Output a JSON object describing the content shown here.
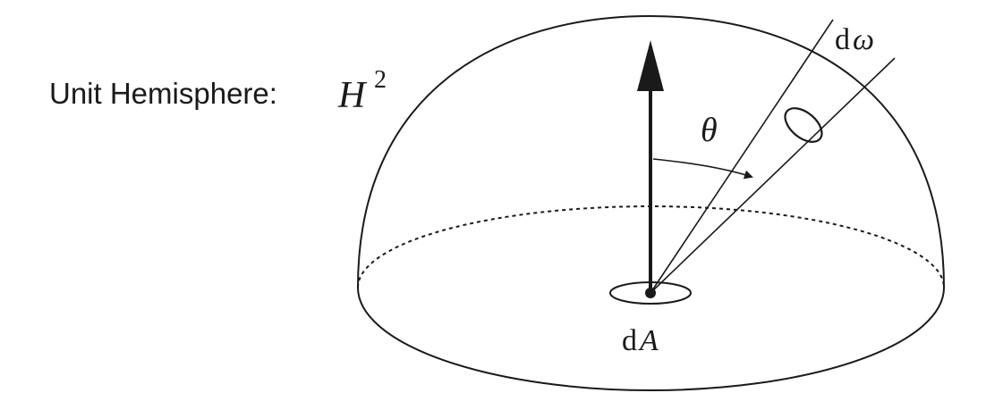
{
  "title": {
    "text": "Unit Hemisphere:",
    "symbol": "H",
    "exponent": "2"
  },
  "labels": {
    "theta": "θ",
    "solid_angle_prefix": "d",
    "solid_angle_symbol": "ω",
    "area_prefix": "d",
    "area_symbol": "A"
  },
  "colors": {
    "ink": "#1a1a1a",
    "background": "#ffffff"
  }
}
